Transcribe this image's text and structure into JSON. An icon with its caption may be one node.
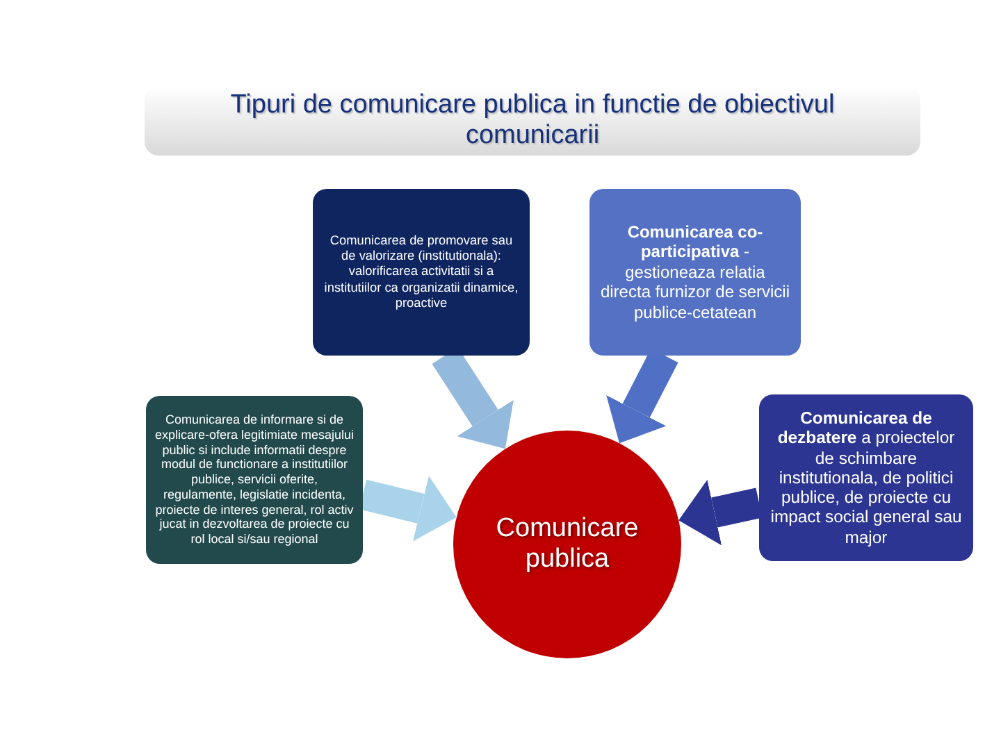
{
  "diagram": {
    "title": "Tipuri de comunicare publica in functie de obiectivul comunicarii",
    "nodes": [
      {
        "text": [
          "Comunicarea de promovare sau de valorizare (institutionala): valorificarea activitatii si a institutiilor ca organizatii dinamice, proactive"
        ]
      },
      {
        "text": [
          "**Comunicarea co-participativa** - gestioneaza relatia directa furnizor de servicii publice-cetatean"
        ]
      },
      {
        "text": [
          "Comunicarea de informare si de explicare-ofera legitimiate mesajului public si include informatii despre modul de functionare a institutiilor publice, servicii oferite, regulamente, legislatie incidenta, proiecte de interes general, rol activ jucat in dezvoltarea de proiecte cu rol local si/sau regional"
        ]
      },
      {
        "text": [
          "Comunicare publica"
        ]
      },
      {
        "text": [
          "**Comunicarea de dezbatere** a proiectelor de schimbare institutionala, de politici publice, de proiecte cu impact social general sau major"
        ]
      }
    ],
    "edges": [
      {
        "from": 0,
        "to": 3,
        "arrow": "to",
        "color": "#93b9dc"
      },
      {
        "from": 1,
        "to": 3,
        "arrow": "to",
        "color": "#4f70c4"
      },
      {
        "from": 2,
        "to": 3,
        "arrow": "to",
        "color": "#a9d3ea"
      },
      {
        "from": 4,
        "to": 3,
        "arrow": "to",
        "color": "#2c3592"
      }
    ]
  }
}
